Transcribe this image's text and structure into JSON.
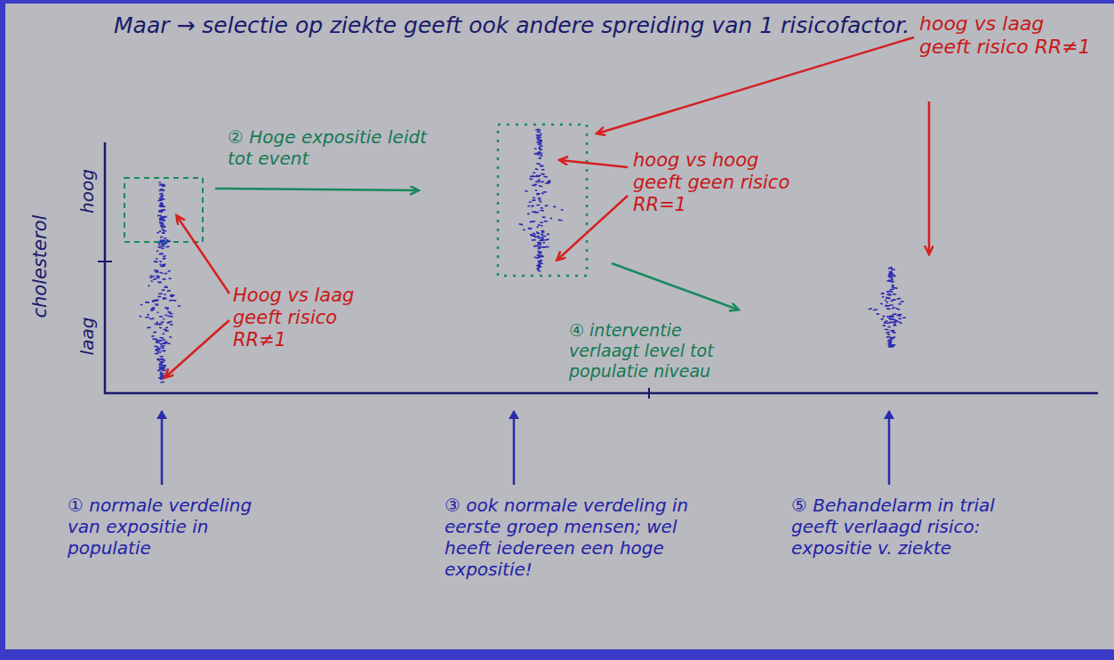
{
  "diagram": {
    "title": "Maar → selectie op ziekte geeft ook andere spreiding van 1 risicofactor.",
    "labels": [
      "cholesterol",
      "hoog",
      "laag",
      "② Hoge expositie leidt tot event",
      "Hoog vs laag geeft risico RR≠1",
      "hoog vs hoog geeft geen risico RR=1",
      "hoog vs laag geeft risico RR≠1",
      "④ interventie verlaagt level tot populatie niveau",
      "① normale verdeling van expositie in populatie",
      "③ ook normale verdeling in eerste groep mensen; wel heeft iedereen een hoge expositie!",
      "⑤ Behandelarm in trial geeft verlaagd risico: expositie v. ziekte"
    ]
  }
}
